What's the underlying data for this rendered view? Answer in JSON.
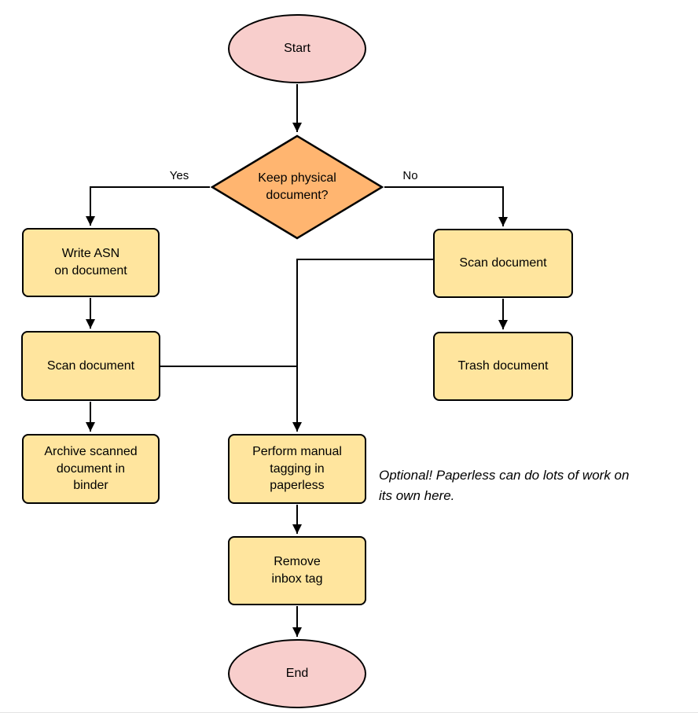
{
  "diagram": {
    "nodes": {
      "start": "Start",
      "decision": "Keep physical\ndocument?",
      "write_asn": "Write ASN\non document",
      "scan_right": "Scan document",
      "trash": "Trash document",
      "scan_left": "Scan document",
      "archive": "Archive scanned\ndocument in\nbinder",
      "tagging": "Perform manual\ntagging in\npaperless",
      "remove_inbox": "Remove\ninbox tag",
      "end": "End"
    },
    "edges": {
      "yes_label": "Yes",
      "no_label": "No"
    },
    "annotation": "Optional! Paperless can do lots of work on\nits own here.",
    "colors": {
      "terminator_fill": "#f8cecc",
      "decision_fill": "#ffb570",
      "process_fill": "#ffe59e",
      "stroke": "#000000"
    }
  }
}
